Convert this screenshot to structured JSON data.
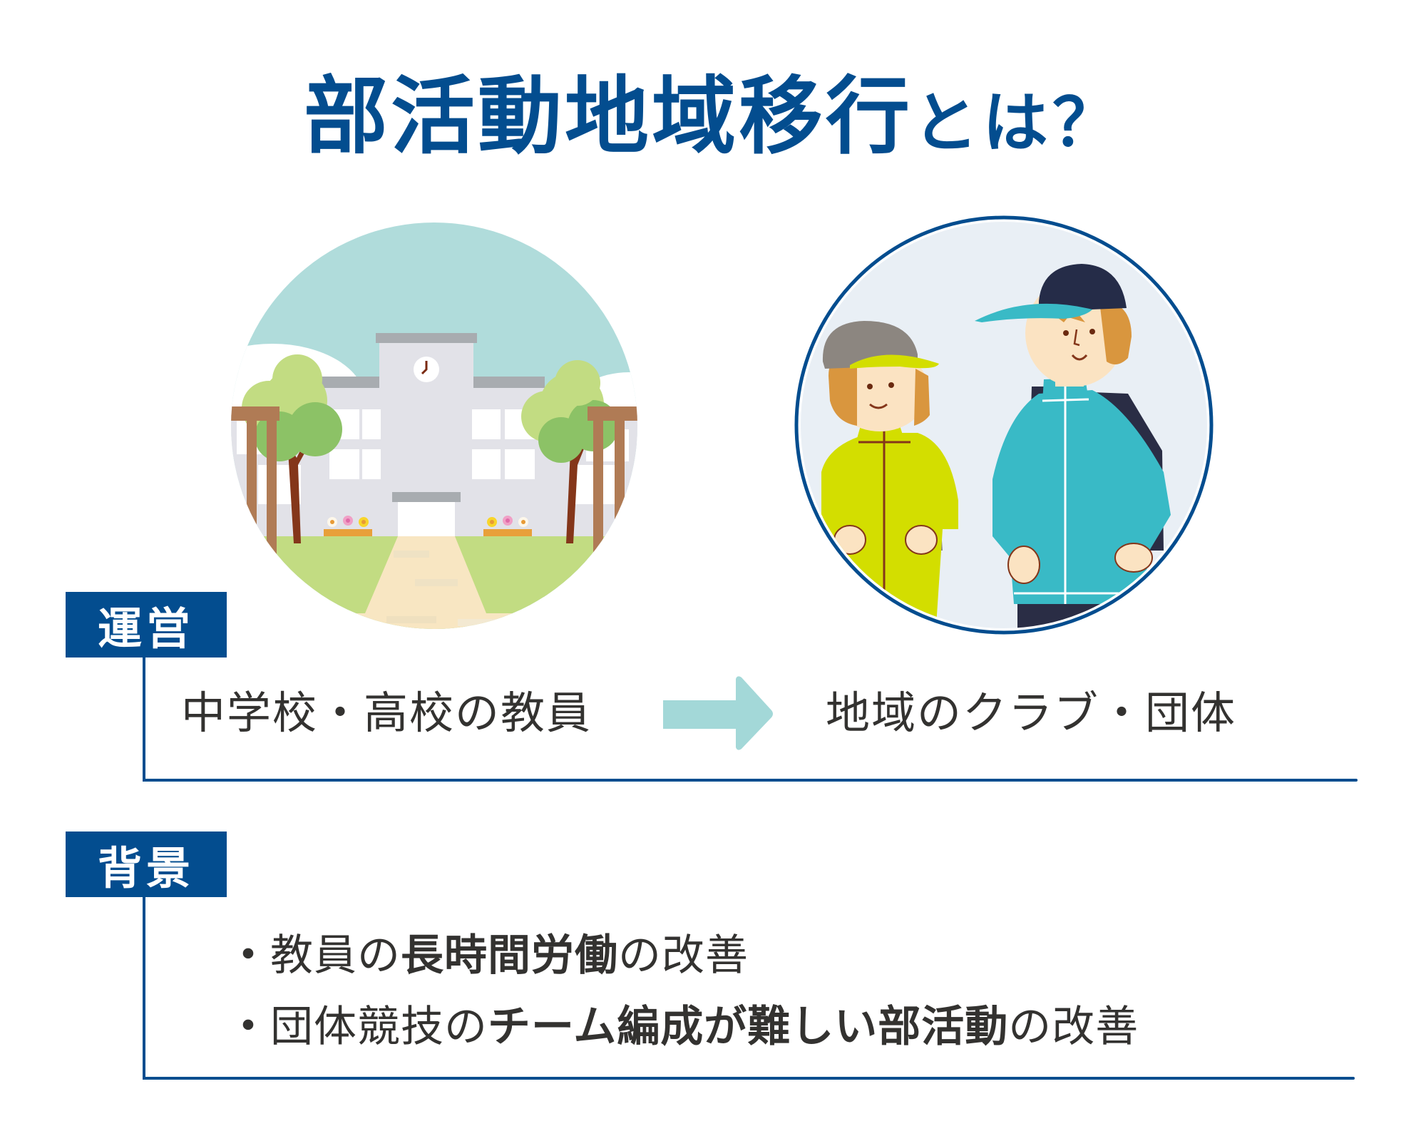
{
  "colors": {
    "primary": "#034d8f",
    "text": "#333230",
    "arrow": "#a3d8d8",
    "sky": "#b0dcdb",
    "circle_bg_right": "#e9eff5"
  },
  "header": {
    "title_main": "部活動地域移行",
    "title_suffix": "とは？"
  },
  "illustrations": {
    "left": {
      "icon": "school-building-illustration"
    },
    "right": {
      "icon": "two-students-sportswear-illustration"
    }
  },
  "sections": [
    {
      "label": "運営",
      "from_text": "中学校・高校の教員",
      "arrow_icon": "arrow-right-icon",
      "to_text": "地域のクラブ・団体"
    },
    {
      "label": "背景",
      "bullets": [
        {
          "marker": "・",
          "parts": [
            "教員の",
            "長時間労働",
            "の改善"
          ]
        },
        {
          "marker": "・",
          "parts": [
            "団体競技の",
            "チーム編成が難しい部活動",
            "の改善"
          ]
        }
      ]
    }
  ]
}
